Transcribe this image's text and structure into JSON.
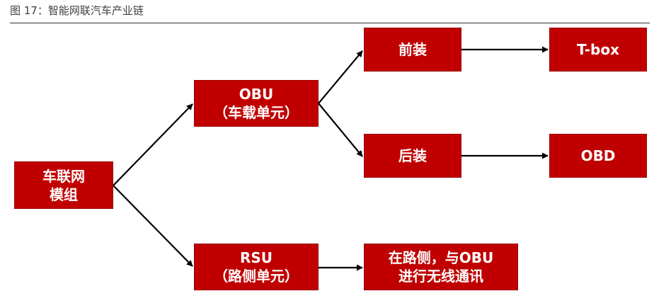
{
  "caption": "图 17：智能网联汽车产业链",
  "nodes": {
    "module": {
      "line1": "车联网",
      "line2": "模组"
    },
    "obu": {
      "line1": "OBU",
      "line2": "（车载单元）"
    },
    "rsu": {
      "line1": "RSU",
      "line2": "（路侧单元）"
    },
    "front": {
      "line1": "前装"
    },
    "rear": {
      "line1": "后装"
    },
    "tbox": {
      "line1": "T-box"
    },
    "obd": {
      "line1": "OBD"
    },
    "roadside": {
      "line1": "在路侧，与OBU",
      "line2": "进行无线通讯"
    }
  },
  "colors": {
    "box_fill": "#c00000",
    "box_text": "#ffffff",
    "arrow": "#000000",
    "caption_text": "#404040"
  }
}
